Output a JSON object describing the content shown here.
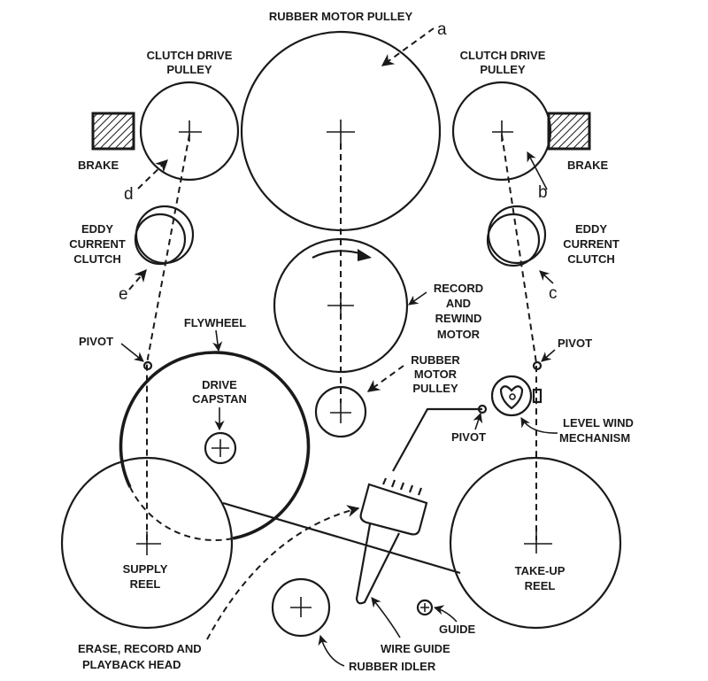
{
  "title": "Wire recorder drive mechanism",
  "labels": {
    "rubber_motor_pulley_top": "RUBBER MOTOR PULLEY",
    "clutch_drive_left_1": "CLUTCH DRIVE",
    "clutch_drive_left_2": "PULLEY",
    "clutch_drive_right_1": "CLUTCH DRIVE",
    "clutch_drive_right_2": "PULLEY",
    "brake_left": "BRAKE",
    "brake_right": "BRAKE",
    "eddy_left_1": "EDDY",
    "eddy_left_2": "CURRENT",
    "eddy_left_3": "CLUTCH",
    "eddy_right_1": "EDDY",
    "eddy_right_2": "CURRENT",
    "eddy_right_3": "CLUTCH",
    "record_1": "RECORD",
    "record_2": "AND",
    "record_3": "REWIND",
    "record_4": "MOTOR",
    "rubber_small_1": "RUBBER",
    "rubber_small_2": "MOTOR",
    "rubber_small_3": "PULLEY",
    "flywheel": "FLYWHEEL",
    "drive_capstan_1": "DRIVE",
    "drive_capstan_2": "CAPSTAN",
    "pivot_left": "PIVOT",
    "pivot_right": "PIVOT",
    "pivot_bottom": "PIVOT",
    "level_wind_1": "LEVEL WIND",
    "level_wind_2": "MECHANISM",
    "supply_1": "SUPPLY",
    "supply_2": "REEL",
    "takeup_1": "TAKE-UP",
    "takeup_2": "REEL",
    "head_1": "ERASE, RECORD AND",
    "head_2": "PLAYBACK HEAD",
    "rubber_idler": "RUBBER IDLER",
    "wire_guide": "WIRE GUIDE",
    "guide": "GUIDE"
  },
  "callouts": {
    "a": "a",
    "b": "b",
    "c": "c",
    "d": "d",
    "e": "e"
  }
}
